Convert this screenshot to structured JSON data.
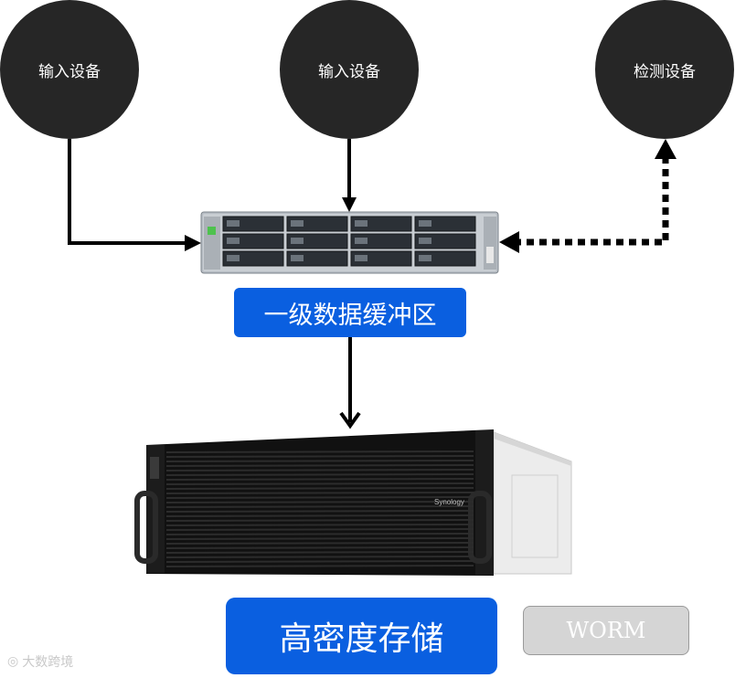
{
  "nodes": {
    "input_device_1": "输入设备",
    "input_device_2": "输入设备",
    "detection_device": "检测设备",
    "buffer_label": "一级数据缓冲区",
    "storage_label": "高密度存储",
    "worm_label": "WORM",
    "storage_brand": "Synology"
  },
  "watermark": "大数跨境",
  "colors": {
    "circle": "#262626",
    "label_blue": "#0a5fe0",
    "worm_gray": "#d5d5d5",
    "arrow": "#000000"
  }
}
